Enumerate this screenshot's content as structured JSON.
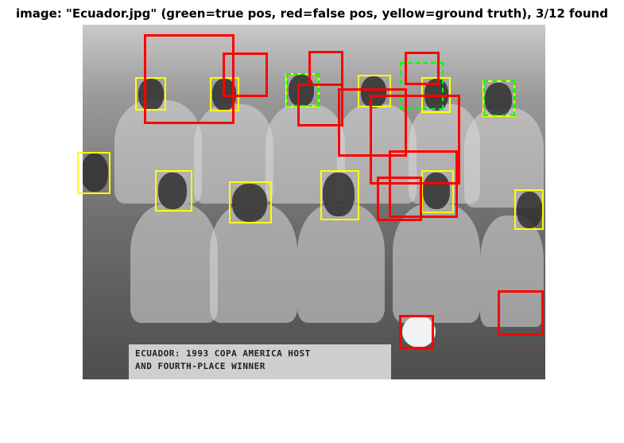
{
  "title": "image: \"Ecuador.jpg\" (green=true pos, red=false pos, yellow=ground truth), 3/12 found",
  "photo": {
    "caption_line1": "ECUADOR: 1993 COPA AMERICA HOST",
    "caption_line2": "AND FOURTH-PLACE WINNER"
  },
  "legend_colors": {
    "true_pos": "#00ff00",
    "false_pos": "#ff0000",
    "ground_truth": "#ffff00"
  }
}
